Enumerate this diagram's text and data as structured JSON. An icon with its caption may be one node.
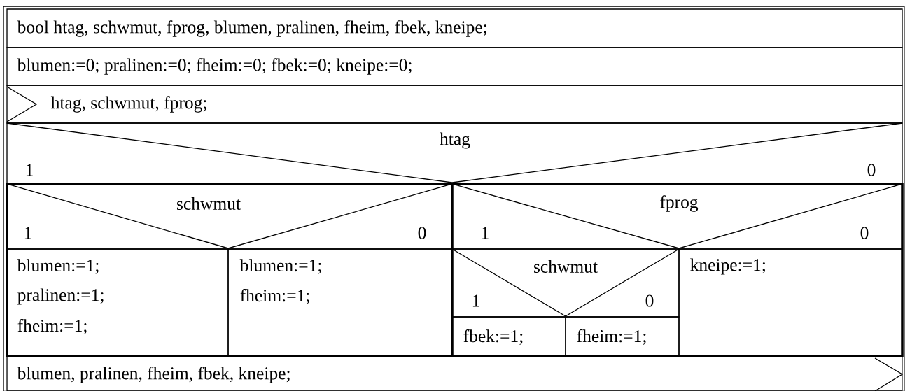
{
  "diagram": {
    "nodes": [
      {
        "text": [
          "bool htag, schwmut, fprog, blumen, pralinen, fheim, fbek, kneipe;"
        ]
      },
      {
        "text": [
          "blumen:=0; pralinen:=0; fheim:=0; fbek:=0; kneipe:=0;"
        ]
      },
      {
        "text": [
          "htag, schwmut, fprog;"
        ]
      },
      {
        "text": [
          "htag",
          "1",
          "0"
        ]
      },
      {
        "text": [
          "schwmut",
          "1",
          "0"
        ]
      },
      {
        "text": [
          "fprog",
          "1",
          "0"
        ]
      },
      {
        "text": [
          "blumen:=1;",
          "pralinen:=1;",
          "fheim:=1;"
        ]
      },
      {
        "text": [
          "blumen:=1;",
          "fheim:=1;"
        ]
      },
      {
        "text": [
          "schwmut",
          "1",
          "0"
        ]
      },
      {
        "text": [
          "fbek:=1;"
        ]
      },
      {
        "text": [
          "fheim:=1;"
        ]
      },
      {
        "text": [
          "kneipe:=1;"
        ]
      },
      {
        "text": [
          "blumen, pralinen, fheim, fbek, kneipe;"
        ]
      }
    ]
  }
}
